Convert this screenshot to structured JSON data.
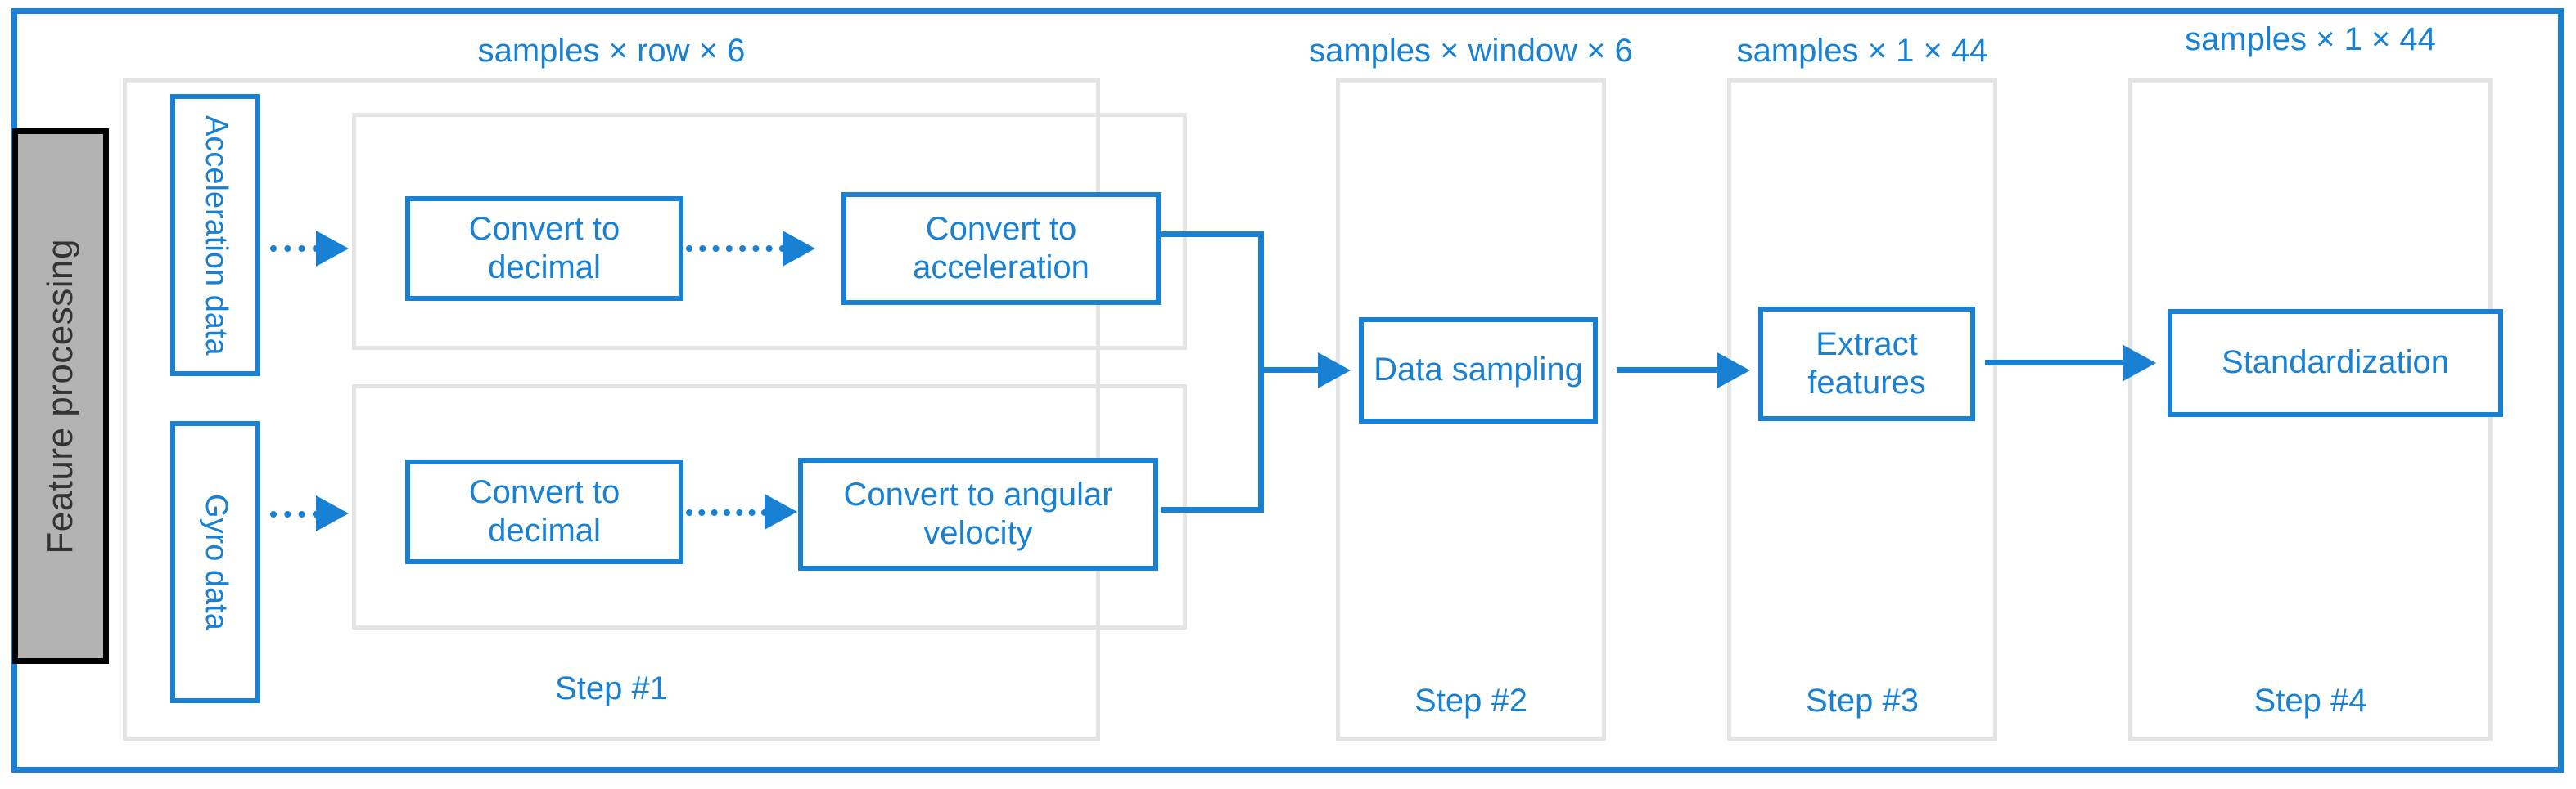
{
  "diagram": {
    "title": "Feature processing",
    "accent_color": "#1881d4",
    "tab_fill_color": "#b3b3b3",
    "group_border_color": "#e4e4e4",
    "shape_labels": [
      {
        "id": "step1",
        "text": "samples × row × 6"
      },
      {
        "id": "step2",
        "text": "samples × window × 6"
      },
      {
        "id": "step3",
        "text": "samples × 1 × 44"
      },
      {
        "id": "step4",
        "text": "samples × 1 × 44"
      }
    ],
    "step_captions": [
      {
        "id": "step1",
        "text": "Step #1"
      },
      {
        "id": "step2",
        "text": "Step #2"
      },
      {
        "id": "step3",
        "text": "Step #3"
      },
      {
        "id": "step4",
        "text": "Step #4"
      }
    ],
    "inputs": [
      {
        "id": "acceleration",
        "label": "Acceleration data"
      },
      {
        "id": "gyro",
        "label": "Gyro data"
      }
    ],
    "step1": {
      "acceleration_branch": {
        "convert_decimal": "Convert to decimal",
        "convert_unit": "Convert to acceleration"
      },
      "gyro_branch": {
        "convert_decimal": "Convert to decimal",
        "convert_unit": "Convert to angular velocity"
      }
    },
    "step2": {
      "process": "Data sampling"
    },
    "step3": {
      "process": "Extract features"
    },
    "step4": {
      "process": "Standardization"
    }
  }
}
